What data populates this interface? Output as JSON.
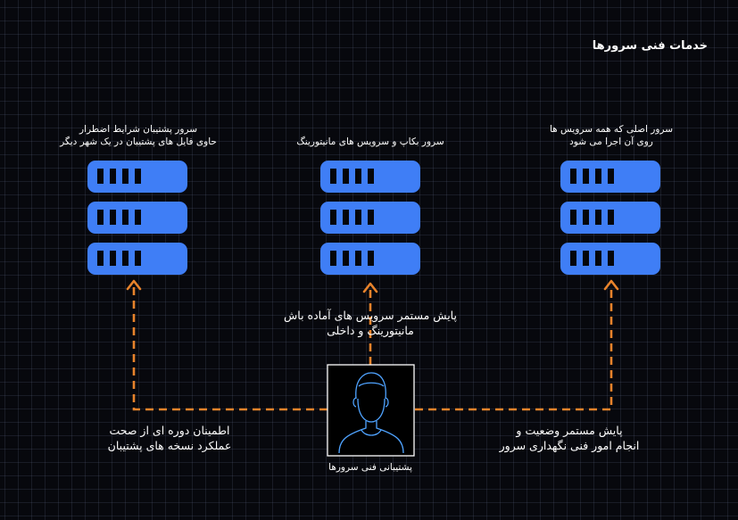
{
  "title": "خدمات فنی سرورها",
  "servers": {
    "left": {
      "line1": "سرور پشتیبان شرایط اضطرار",
      "line2": "حاوی فایل های پشتیبان در یک شهر دیگر"
    },
    "center": {
      "line1": "سرور بکاپ و سرویس های مانیتورینگ"
    },
    "right": {
      "line1": "سرور اصلی که همه سرویس ها",
      "line2": "روی آن اجرا می شود"
    }
  },
  "connections": {
    "center": {
      "line1": "پایش مستمر سرویس های آماده باش",
      "line2": "مانیتورینگ و داخلی"
    },
    "left": {
      "line1": "اطمینان دوره ای از صحت",
      "line2": "عملکرد نسخه های پشتیبان"
    },
    "right": {
      "line1": "پایش مستمر وضعیت و",
      "line2": "انجام امور فنی نگهداری سرور"
    }
  },
  "operator": {
    "label": "پشتیبانی فنی سرورها"
  },
  "colors": {
    "server": "#3f7ef6",
    "arrow": "#e8832b",
    "background": "#07080d"
  },
  "icons": {
    "server": "server-rack-icon",
    "operator": "user-avatar-icon"
  }
}
